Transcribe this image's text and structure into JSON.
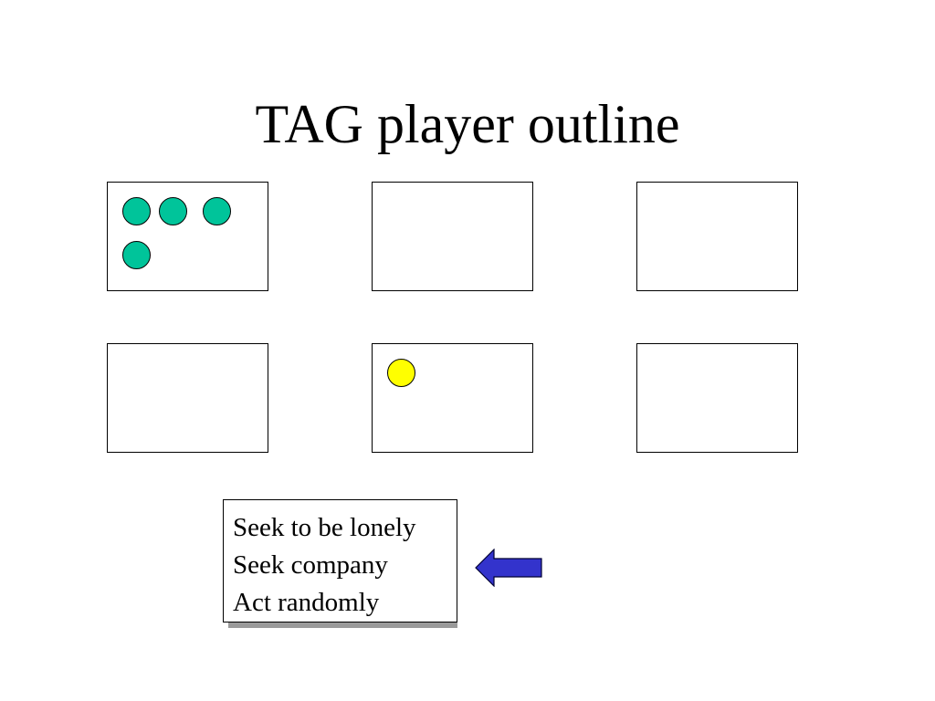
{
  "slide": {
    "title": "TAG player outline"
  },
  "colors": {
    "company_player": "#00c49a",
    "lone_player": "#ffff00",
    "arrow": "#3333cc"
  },
  "menu": {
    "items": [
      "Seek to be lonely",
      "Seek company",
      "Act randomly"
    ]
  },
  "icons": {
    "arrow": "left-arrow-icon",
    "player": "circle-token-icon"
  }
}
